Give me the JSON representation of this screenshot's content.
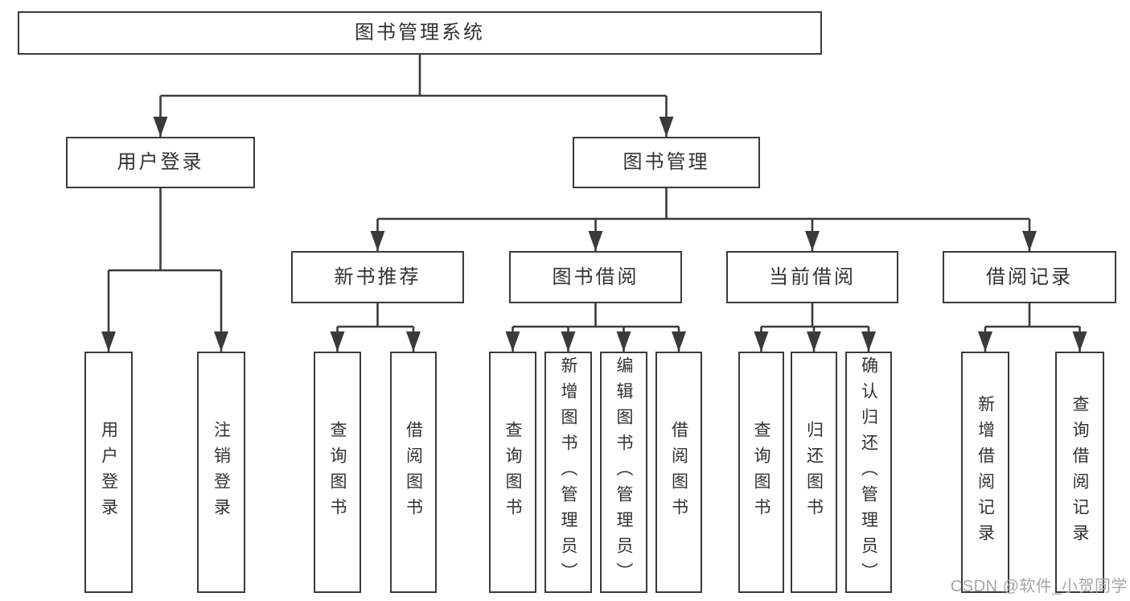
{
  "title": "图书管理系统",
  "watermark": "CSDN @软件_小贺同学",
  "colors": {
    "line": "#3a3a3a",
    "box_border": "#3a3a3a",
    "box_background": "#ffffff",
    "text": "#323232",
    "watermark": "#a5a5a5",
    "page_background": "#ffffff"
  },
  "tree": {
    "label": "图书管理系统",
    "children": [
      {
        "label": "用户登录",
        "children": [
          {
            "label": "用户登录"
          },
          {
            "label": "注销登录"
          }
        ]
      },
      {
        "label": "图书管理",
        "children": [
          {
            "label": "新书推荐",
            "children": [
              {
                "label": "查询图书"
              },
              {
                "label": "借阅图书"
              }
            ]
          },
          {
            "label": "图书借阅",
            "children": [
              {
                "label": "查询图书"
              },
              {
                "label": "新增图书（管理员）"
              },
              {
                "label": "编辑图书（管理员）"
              },
              {
                "label": "借阅图书"
              }
            ]
          },
          {
            "label": "当前借阅",
            "children": [
              {
                "label": "查询图书"
              },
              {
                "label": "归还图书"
              },
              {
                "label": "确认归还（管理员）"
              }
            ]
          },
          {
            "label": "借阅记录",
            "children": [
              {
                "label": "新增借阅记录"
              },
              {
                "label": "查询借阅记录"
              }
            ]
          }
        ]
      }
    ]
  }
}
